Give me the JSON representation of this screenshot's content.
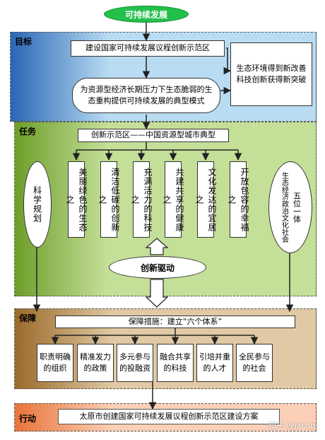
{
  "title": "可持续发展",
  "sections": {
    "goal": "目标",
    "task": "任务",
    "guarantee": "保障",
    "action": "行动"
  },
  "goal": {
    "build": "建设国家可持续发展议程创新示范区",
    "model": "为资源型经济长期压力下生态脆弱的生态重构提供可持续发展的典型模式",
    "result": "生态环境得到新改善 科技创新获得新突破"
  },
  "task": {
    "header": "创新示范区——中国资源型城市典型",
    "left_oval": "科学规划",
    "items": [
      "美丽绿色的生态之",
      "清洁低碳的创新之",
      "充满活力的科技之",
      "共建共享的健康之",
      "文化发达的宜居之",
      "开放包容的幸福之"
    ],
    "right_oval_a": "五位一体",
    "right_oval_b": "生态经济政治文化社会",
    "drive": "创新驱动"
  },
  "guarantee": {
    "header": "保障措施：建立“六个体系”",
    "items": [
      "职责明确的组织",
      "精准发力的政策",
      "多元参与的投融资",
      "融合共享的科技",
      "引培并重的人才",
      "全民参与的社会"
    ]
  },
  "action": {
    "plan": "太原市创建国家可持续发展议程创新示范区建设方案"
  },
  "watermark": "知乎 @Jacob",
  "colors": {
    "title_fill": "#22c04a",
    "goal_bg": "#b9dcf2",
    "goal_accent": "#2a66b5",
    "task_bg": "#c3df98",
    "task_accent": "#6e9e2a",
    "guarantee_bg": "#e0c9a4",
    "guarantee_accent": "#9a6a2a",
    "action_bg": "#fbd0b6",
    "action_accent": "#e8743a"
  }
}
